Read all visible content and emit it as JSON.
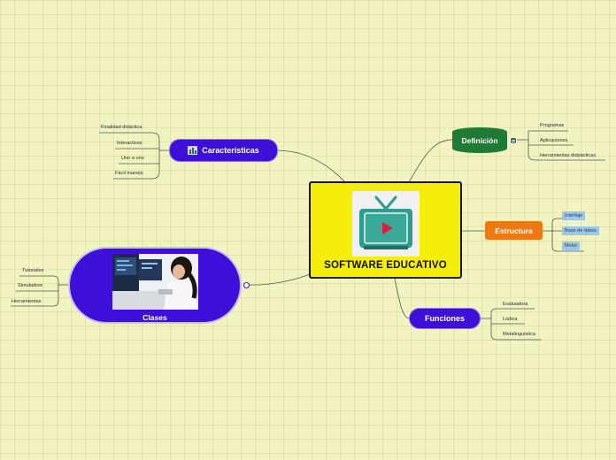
{
  "central": {
    "title": "SOFTWARE EDUCATIVO",
    "icon": "tv-play-icon"
  },
  "branches": {
    "caracteristicas": {
      "label": "Características",
      "icon": "bar-chart-icon",
      "items": [
        "Finalidad didáctica",
        "Interactivos",
        "Uno a uno",
        "Fácil manejo"
      ]
    },
    "definicion": {
      "label": "Definición",
      "items": [
        "Programas",
        "Aplicaciones",
        "Herramientas didpácticas"
      ]
    },
    "estructura": {
      "label": "Estructura",
      "items": [
        "Interfaje",
        "Base de datos",
        "Motor"
      ]
    },
    "funciones": {
      "label": "Funciones",
      "items": [
        "Evaluadora",
        "Lúdica",
        "Metalinguistica"
      ]
    },
    "clases": {
      "label": "Clases",
      "image": "classroom-photo",
      "items": [
        "Tutoriales",
        "Simuladore",
        "Herramientas"
      ]
    }
  },
  "colors": {
    "background": "#f3f3c2",
    "central": "#f5ee0a",
    "blue": "#3d0fd8",
    "green": "#1f7a33",
    "orange": "#ee7812",
    "tag": "#9cc7e8"
  }
}
